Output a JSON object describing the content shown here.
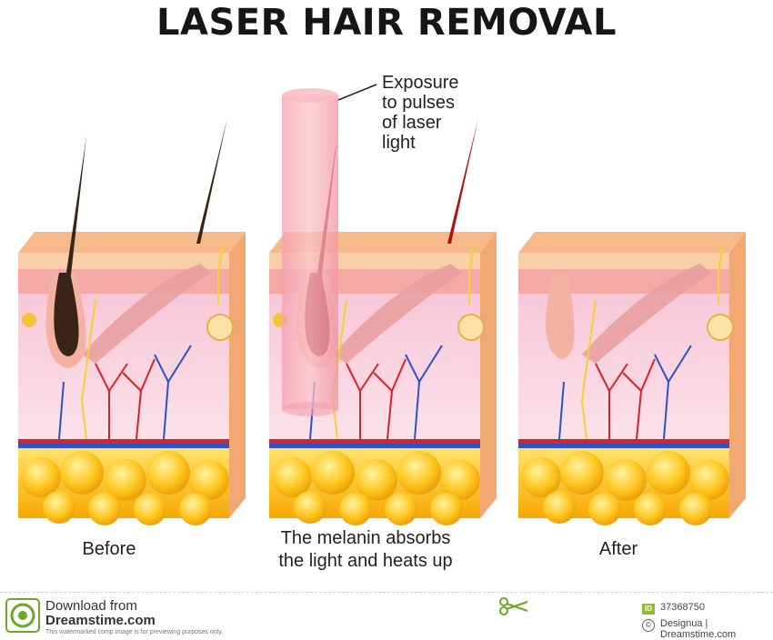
{
  "title": "LASER HAIR REMOVAL",
  "callout": {
    "lines": [
      "Exposure",
      "to pulses",
      "of laser",
      "light"
    ]
  },
  "panels": [
    {
      "name": "before",
      "caption_lines": [
        "Before"
      ]
    },
    {
      "name": "absorb",
      "caption_lines": [
        "The melanin absorbs",
        "the light and heats up"
      ]
    },
    {
      "name": "after",
      "caption_lines": [
        "After"
      ]
    }
  ],
  "footer": {
    "download_label": "Download from",
    "site": "Dreamstime.com",
    "disclaimer": "This watermarked comp image is for previewing purposes only.",
    "image_id": "37368750",
    "credit": "Designua | Dreamstime.com",
    "id_badge": "ID",
    "copyright_symbol": "©"
  },
  "colors": {
    "epidermis": "#f8cfa8",
    "dermis": "#f6c6d6",
    "fat": "#ffc21a",
    "laser": "#f7a7b3",
    "hair_dark": "#3a2418",
    "hair_red": "#9b1111",
    "artery": "#d9232a",
    "vein": "#2a54c8",
    "nerve": "#f2d42c"
  }
}
